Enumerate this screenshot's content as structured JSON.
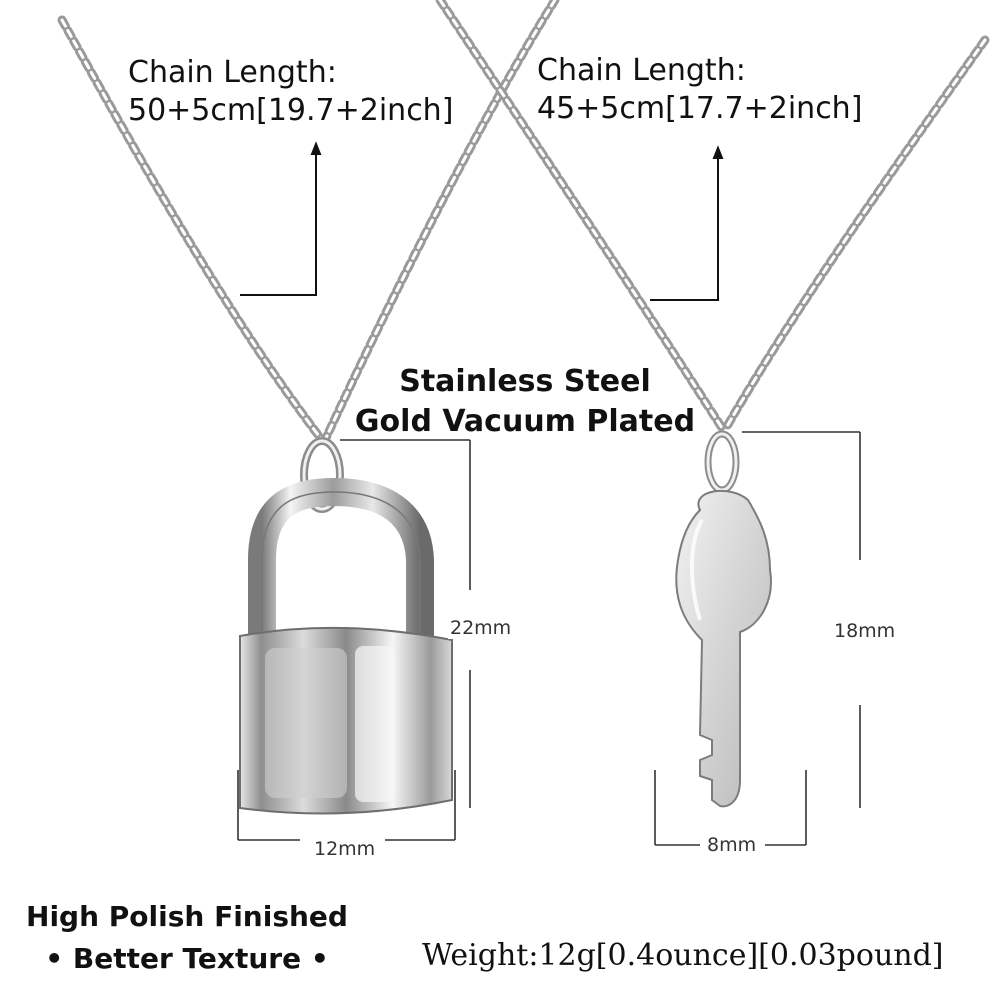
{
  "necklaces": [
    {
      "pendant": "padlock",
      "chain_length_title": "Chain Length:",
      "chain_length_value": "50+5cm[19.7+2inch]",
      "height_label": "22mm",
      "width_label": "12mm"
    },
    {
      "pendant": "key",
      "chain_length_title": "Chain Length:",
      "chain_length_value": "45+5cm[17.7+2inch]",
      "height_label": "18mm",
      "width_label": "8mm"
    }
  ],
  "material": {
    "line1": "Stainless Steel",
    "line2": "Gold Vacuum Plated"
  },
  "finish": {
    "line1": "High Polish Finished",
    "line2": "• Better Texture •"
  },
  "weight": "Weight:12g[0.4ounce][0.03pound]",
  "colors": {
    "metal": "#c8c8c8",
    "metal_dark": "#6e6e6e",
    "background": "#ffffff",
    "text": "#111111"
  },
  "icon_names": [
    "padlock-pendant",
    "key-pendant",
    "chain",
    "arrow-up-icon"
  ]
}
